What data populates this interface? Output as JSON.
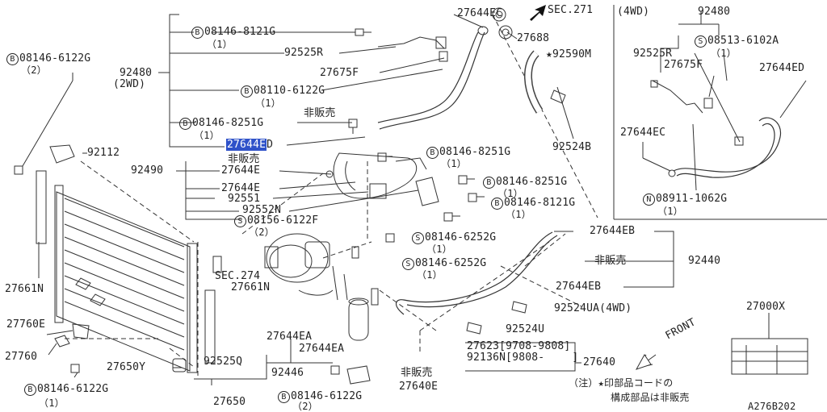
{
  "labels": {
    "sec271": "SEC.271",
    "p27644ec_top": "27644EC",
    "b08146_8121g_top": "08146-8121G",
    "b08146_8121g_top_q": "（1）",
    "p92525r": "92525R",
    "p27688": "27688",
    "p92590m": "★92590M",
    "b08146_6122g_tl": "08146-6122G",
    "b08146_6122g_tl_q": "（2）",
    "p92480": "92480",
    "p92480_2wd": "(2WD)",
    "p27675f": "27675F",
    "b08110_6122g": "08110-6122G",
    "b08110_6122g_q": "（1）",
    "hibaihin1": "非販売",
    "b08146_8251g_a": "08146-8251G",
    "b08146_8251g_a_q": "（1）",
    "p27644ed_hl": "27644E",
    "p27644ed_suffix": "D",
    "p92524b": "92524B",
    "p92112": "92112",
    "b08146_8251g_b": "08146-8251G",
    "b08146_8251g_b_q": "（1）",
    "hibaihin2": "非販売",
    "p92490": "92490",
    "p27644e_a": "27644E",
    "b08146_8251g_c": "08146-8251G",
    "b08146_8251g_c_q": "（1）",
    "p27644e_b": "27644E",
    "p92551": "92551",
    "b08146_8121g_b": "08146-8121G",
    "b08146_8121g_b_q": "（1）",
    "p92552n": "92552N",
    "s08156_6122f": "08156-6122F",
    "s08156_6122f_q": "（2）",
    "p27644eb_a": "27644EB",
    "s08146_6252g_a": "08146-6252G",
    "s08146_6252g_a_q": "（1）",
    "p92440": "92440",
    "hibaihin3": "非販売",
    "s08146_6252g_b": "08146-6252G",
    "s08146_6252g_b_q": "（1）",
    "sec274": "SEC.274",
    "p27661n_a": "27661N",
    "p27661n_b": "27661N",
    "p27644eb_b": "27644EB",
    "p92524ua": "92524UA(4WD)",
    "p27760e": "27760E",
    "p27644ea_a": "27644EA",
    "p92524u": "92524U",
    "p27760": "27760",
    "p27644ea_b": "27644EA",
    "p27623": "27623[9708-9808]",
    "p92136n": "92136N[9808-",
    "p92136n_end": "]",
    "p27640": "27640",
    "p27650y": "27650Y",
    "p92525q": "92525Q",
    "p92446": "92446",
    "hibaihin4": "非販売",
    "b08146_6122g_bl": "08146-6122G",
    "b08146_6122g_bl_q": "（1）",
    "p27650": "27650",
    "b08146_6122g_bc": "08146-6122G",
    "b08146_6122g_bc_q": "（2）",
    "p27640e": "27640E",
    "front": "FRONT",
    "note1": "（注）★印部品コードの",
    "note2": "構成部品は非販売",
    "p27000x": "27000X",
    "fig_code": "A276B202",
    "inset_4wd": "(4WD)",
    "inset_92480": "92480",
    "inset_92525r": "92525R",
    "inset_s08513": "08513-6102A",
    "inset_s08513_q": "（1）",
    "inset_27675f": "27675F",
    "inset_27644ed": "27644ED",
    "inset_27644ec": "27644EC",
    "inset_n08911": "08911-1062G",
    "inset_n08911_q": "（1）"
  },
  "markers": {
    "b": "B",
    "s": "S",
    "n": "N"
  },
  "colors": {
    "line": "#333333",
    "highlight": "#2f52c9",
    "text": "#222222"
  }
}
